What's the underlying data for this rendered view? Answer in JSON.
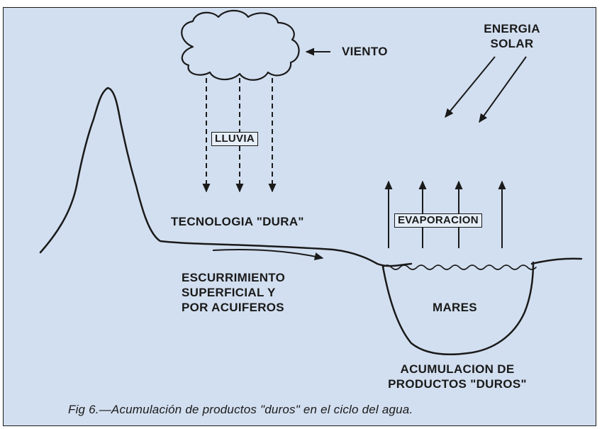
{
  "figure": {
    "labels": {
      "wind": "VIENTO",
      "solar_energy": [
        "ENERGIA",
        "SOLAR"
      ],
      "rain": "LLUVIA",
      "hard_technology": "TECNOLOGIA \"DURA\"",
      "evaporation": "EVAPORACION",
      "runoff": [
        "ESCURRIMIENTO",
        "SUPERFICIAL Y",
        "POR ACUIFEROS"
      ],
      "seas": "MARES",
      "accumulation": [
        "ACUMULACION DE",
        "PRODUCTOS \"DUROS\""
      ]
    },
    "caption": "Fig  6.—Acumulación de productos \"duros\" en el ciclo del agua."
  },
  "colors": {
    "background": "#d2dff0",
    "ink": "#1a1a1a",
    "box_fill": "#e6eef8"
  },
  "icons": [
    "cloud-icon",
    "mountain-terrain",
    "sea-basin",
    "rain-arrows",
    "sun-ray-arrows",
    "evaporation-arrows",
    "wind-arrow"
  ]
}
